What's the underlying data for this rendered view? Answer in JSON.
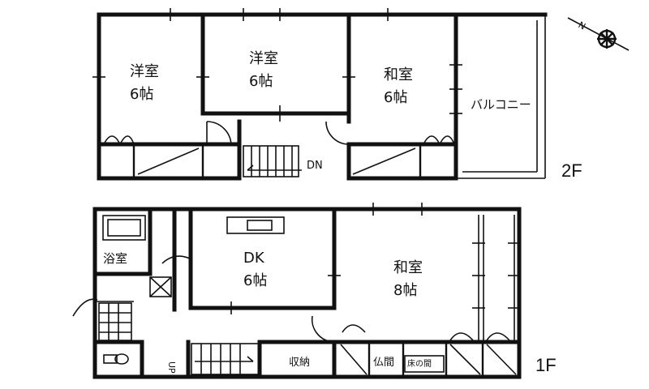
{
  "compass": {
    "icon": "compass-north-icon",
    "direction_label": "N"
  },
  "floor2": {
    "label": "2F",
    "rooms": [
      {
        "name": "洋室",
        "size": "6帖"
      },
      {
        "name": "洋室",
        "size": "6帖"
      },
      {
        "name": "和室",
        "size": "6帖"
      }
    ],
    "balcony": "バルコニー",
    "stairs_label": "DN"
  },
  "floor1": {
    "label": "1F",
    "bath": "浴室",
    "dk": {
      "name": "DK",
      "size": "6帖"
    },
    "washitsu": {
      "name": "和室",
      "size": "8帖"
    },
    "storage": "収納",
    "butsuma": "仏間",
    "tokonoma": "床の間",
    "stairs_label": "UP"
  },
  "colors": {
    "line": "#111111",
    "background": "#ffffff"
  }
}
